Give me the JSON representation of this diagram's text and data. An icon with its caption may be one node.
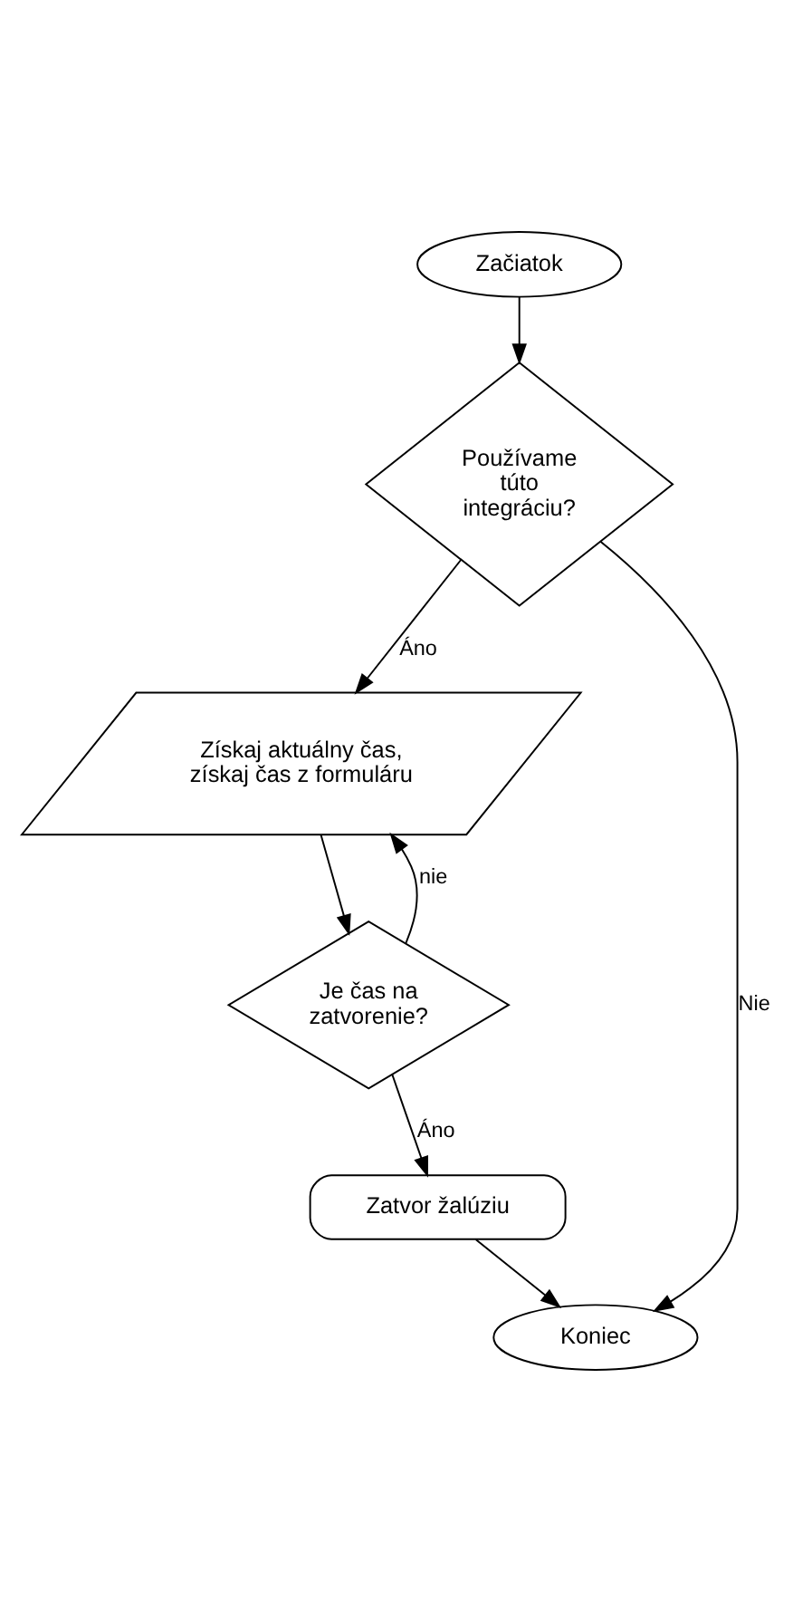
{
  "diagram": {
    "nodes": [
      {
        "text": [
          "Začiatok"
        ]
      },
      {
        "text": [
          "Používame túto integráciu?"
        ]
      },
      {
        "text": [
          "Získaj aktuálny čas, získaj čas z formuláru"
        ]
      },
      {
        "text": [
          "Je čas na zatvorenie?"
        ]
      },
      {
        "text": [
          "Zatvor žalúziu"
        ]
      },
      {
        "text": [
          "Koniec"
        ]
      }
    ],
    "edges": [
      {
        "from": 0,
        "to": 1,
        "arrow": "to"
      },
      {
        "from": 1,
        "to": 2,
        "arrow": "to",
        "label": "Áno"
      },
      {
        "from": 1,
        "to": 5,
        "arrow": "to",
        "label": "Nie"
      },
      {
        "from": 2,
        "to": 3,
        "arrow": "to"
      },
      {
        "from": 3,
        "to": 2,
        "arrow": "to",
        "label": "nie"
      },
      {
        "from": 3,
        "to": 4,
        "arrow": "to",
        "label": "Áno"
      },
      {
        "from": 4,
        "to": 5,
        "arrow": "to"
      }
    ]
  }
}
